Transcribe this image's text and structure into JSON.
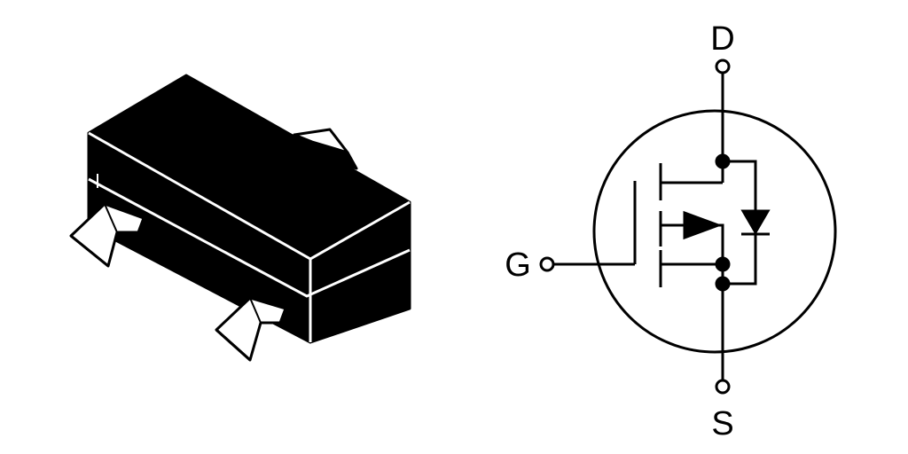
{
  "colors": {
    "ink": "#000000",
    "paper": "#ffffff"
  },
  "package": {
    "icon": "sot23-package-icon"
  },
  "schematic": {
    "icon": "mosfet-symbol-icon",
    "pins": {
      "drain": "D",
      "gate": "G",
      "source": "S"
    }
  }
}
